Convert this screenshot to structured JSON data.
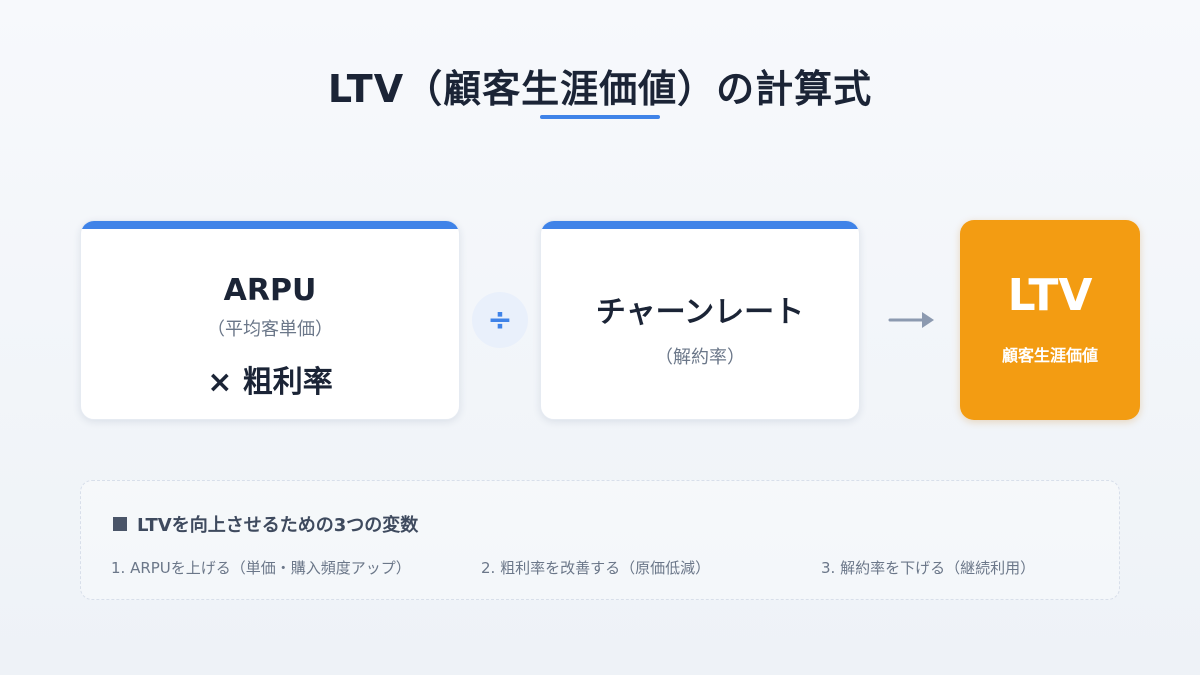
{
  "title": "LTV（顧客生涯価値）の計算式",
  "cards": {
    "arpu": {
      "main": "ARPU",
      "sub": "（平均客単価）",
      "multiplier": "× 粗利率"
    },
    "operator_divide": "÷",
    "churn": {
      "main": "チャーンレート",
      "sub": "（解約率）"
    },
    "ltv": {
      "main": "LTV",
      "sub": "顧客生涯価値"
    }
  },
  "info": {
    "heading": "LTVを向上させるための3つの変数",
    "items": [
      "1. ARPUを上げる（単価・購入頻度アップ）",
      "2. 粗利率を改善する（原価低減）",
      "3. 解約率を下げる（継続利用）"
    ]
  },
  "colors": {
    "accent": "#3f83e8",
    "ltv": "#f39c12",
    "arrow": "#8c9ab0"
  },
  "icons": {
    "arrow": "arrow-right-icon",
    "bullet": "square-icon"
  }
}
